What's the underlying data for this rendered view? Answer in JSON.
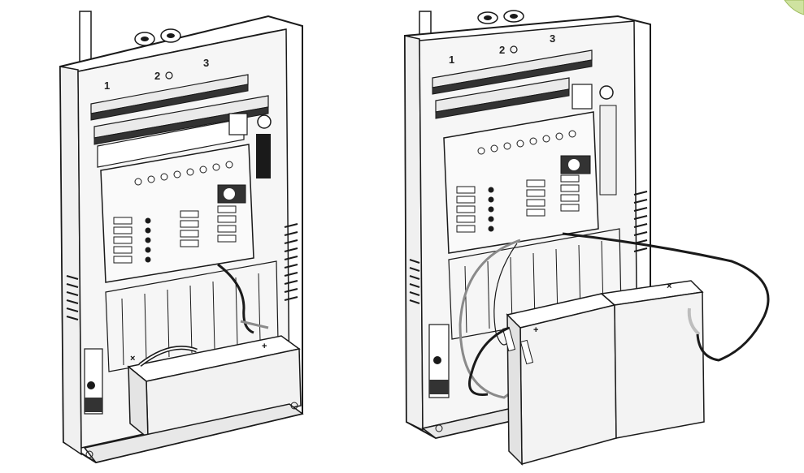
{
  "left_panel": {
    "port_labels": [
      "1",
      "2",
      "3"
    ],
    "battery": {
      "positive_label": "+",
      "negative_label": "×"
    }
  },
  "right_panel": {
    "port_labels": [
      "1",
      "2",
      "3"
    ],
    "battery": {
      "positive_label": "+",
      "negative_label": "×"
    }
  },
  "colors": {
    "line": "#1a1a1a",
    "enclosure": "#ffffff",
    "inner": "#f4f4f4",
    "shadow": "#2a2a2a",
    "panel": "#fafafa",
    "cable_grey": "#8a8a8a",
    "corner_leaf": "#cfe3a0"
  },
  "icons": [
    "cable-gland-icon",
    "led-icon",
    "key-switch-icon",
    "terminal-block-icon",
    "battery-icon"
  ]
}
